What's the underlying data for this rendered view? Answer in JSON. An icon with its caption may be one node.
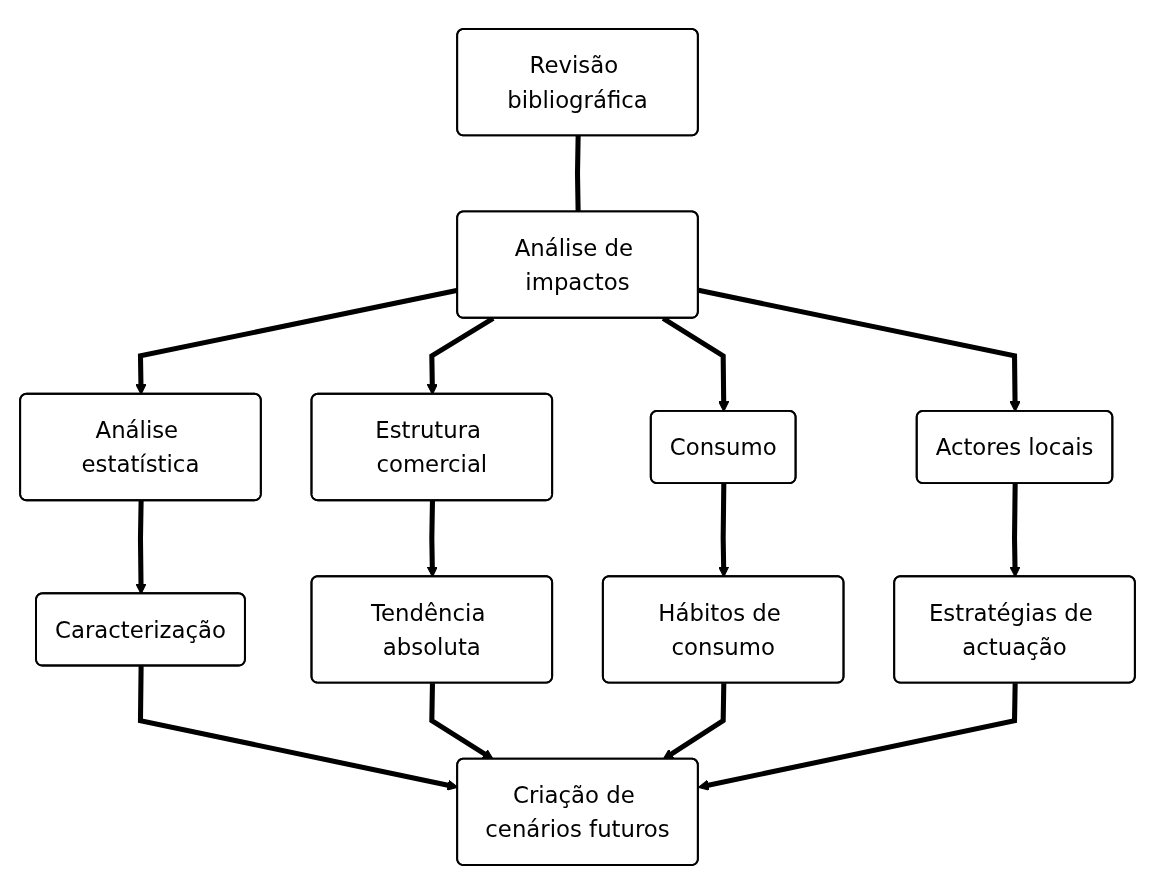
{
  "diagram": {
    "nodes": [
      {
        "text": [
          "Revisão bibliográfica"
        ]
      },
      {
        "text": [
          "Análise de impactos"
        ]
      },
      {
        "text": [
          "Análise estatística"
        ]
      },
      {
        "text": [
          "Estrutura comercial"
        ]
      },
      {
        "text": [
          "Consumo"
        ]
      },
      {
        "text": [
          "Actores locais"
        ]
      },
      {
        "text": [
          "Caracterização"
        ]
      },
      {
        "text": [
          "Tendência absoluta"
        ]
      },
      {
        "text": [
          "Hábitos de consumo"
        ]
      },
      {
        "text": [
          "Estratégias de actuação"
        ]
      },
      {
        "text": [
          "Criação de cenários futuros"
        ]
      }
    ],
    "edges": [
      {
        "from": 0,
        "to": 1,
        "arrow": "none"
      },
      {
        "from": 1,
        "to": 2,
        "arrow": "to"
      },
      {
        "from": 1,
        "to": 3,
        "arrow": "to"
      },
      {
        "from": 1,
        "to": 4,
        "arrow": "to"
      },
      {
        "from": 1,
        "to": 5,
        "arrow": "to"
      },
      {
        "from": 2,
        "to": 6,
        "arrow": "to"
      },
      {
        "from": 3,
        "to": 7,
        "arrow": "to"
      },
      {
        "from": 4,
        "to": 8,
        "arrow": "to"
      },
      {
        "from": 5,
        "to": 9,
        "arrow": "to"
      },
      {
        "from": 6,
        "to": 10,
        "arrow": "to"
      },
      {
        "from": 7,
        "to": 10,
        "arrow": "to"
      },
      {
        "from": 8,
        "to": 10,
        "arrow": "to"
      },
      {
        "from": 9,
        "to": 10,
        "arrow": "to"
      }
    ]
  }
}
